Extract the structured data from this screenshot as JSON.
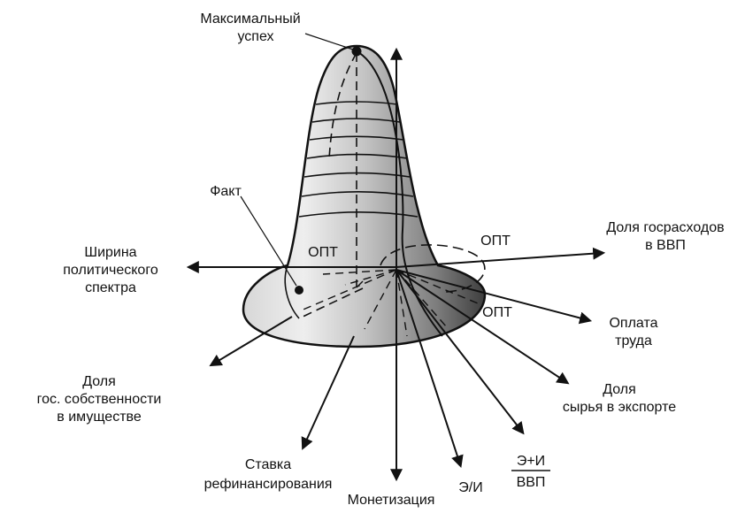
{
  "labels": {
    "max_success": [
      "Максимальный",
      "успех"
    ],
    "fact": [
      "Факт"
    ],
    "width_political": [
      "Ширина",
      "политического",
      "спектра"
    ],
    "share_gov_spending": [
      "Доля госрасходов",
      "в ВВП"
    ],
    "wages": [
      "Оплата",
      "труда"
    ],
    "share_raw_export": [
      "Доля",
      "сырья в экспорте"
    ],
    "share_state_property": [
      "Доля",
      "гос. собственности",
      "в имуществе"
    ],
    "refinancing_rate": [
      "Ставка",
      "рефинансирования"
    ],
    "monetization": [
      "Монетизация"
    ],
    "e_over_i": [
      "Э/И"
    ],
    "e_plus_i_numerator": "Э+И",
    "e_plus_i_denominator": "ВВП",
    "opt_1": "ОПТ",
    "opt_2": "ОПТ",
    "opt_3": "ОПТ"
  },
  "colors": {
    "ink": "#111111",
    "surface_light": "#f2f2f2",
    "surface_mid": "#bdbdbd",
    "surface_dark": "#3a3a3a"
  }
}
